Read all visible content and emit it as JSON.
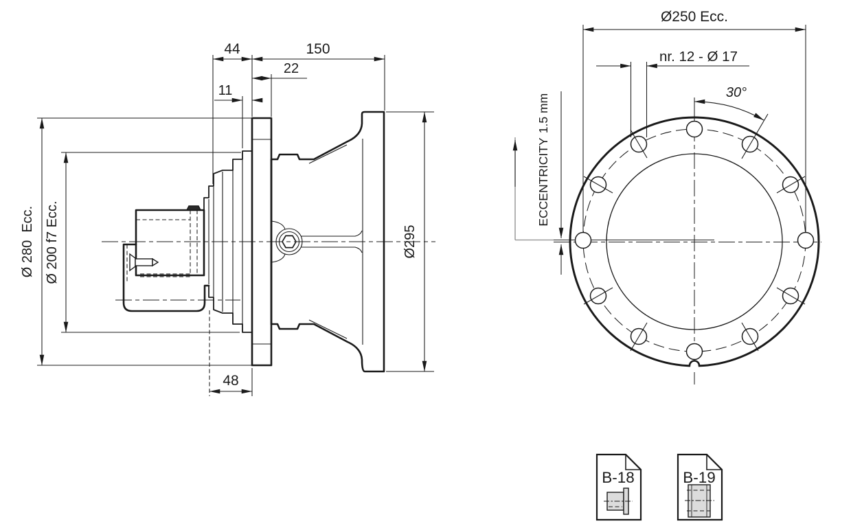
{
  "side_view": {
    "dim_step_to_flange": "44",
    "dim_overall_length": "150",
    "dim_flange_thickness": "22",
    "dim_pilot_width": "11",
    "dim_hub_depth": "48",
    "dim_flange_od": "Ø 280  Ecc.",
    "dim_pilot_dia": "Ø 200 f7 Ecc.",
    "dim_bell_flange_dia": "Ø295"
  },
  "front_view": {
    "dim_bolt_circle_dia": "Ø250 Ecc.",
    "dim_bolt_holes": "nr. 12 - Ø 17",
    "dim_hole_angle": "30°",
    "eccentricity_label": "ECCENTRICITY",
    "eccentricity_value": "1.5 mm"
  },
  "references": {
    "page_1": "B-18",
    "page_2": "B-19"
  },
  "colors": {
    "line": "#1a1a1a",
    "section_fill": "#e3e3e3",
    "datum_gray": "#8a8a8a"
  }
}
